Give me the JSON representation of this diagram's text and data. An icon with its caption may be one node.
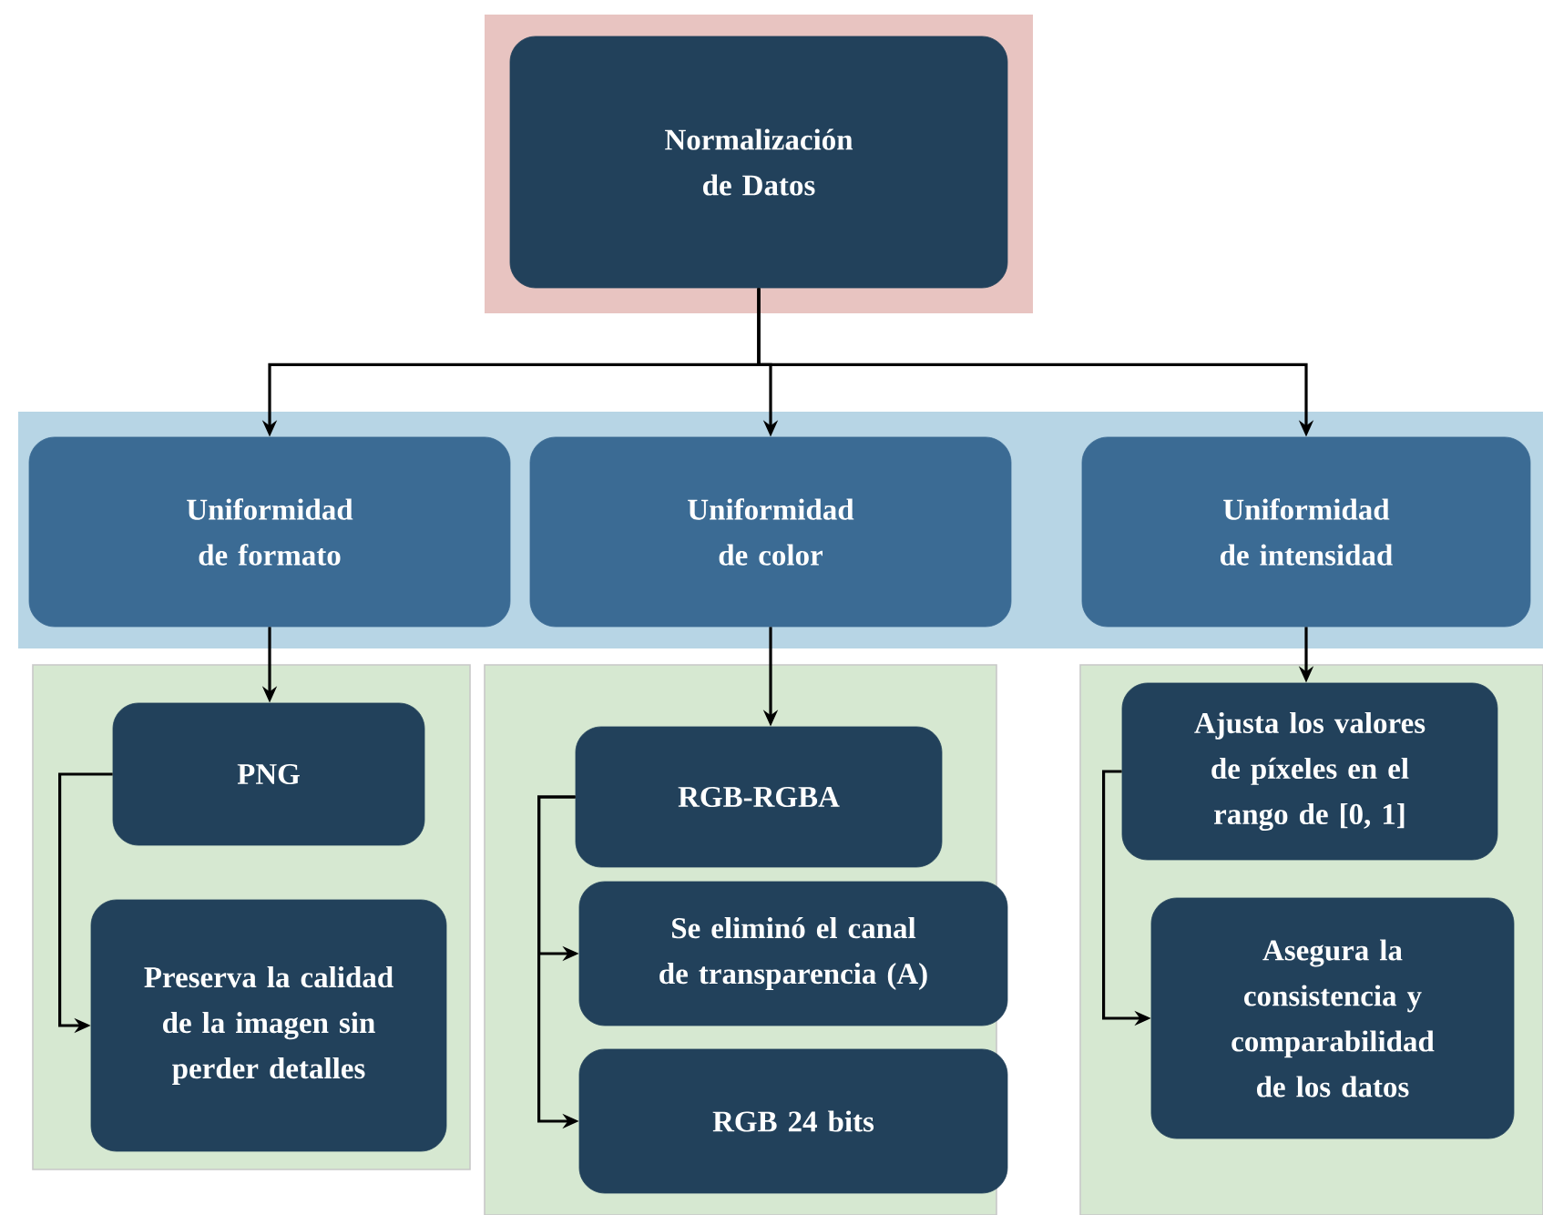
{
  "diagram": {
    "nodes": [
      {
        "text": [],
        "shape": "box"
      },
      {
        "text": [
          "Normalización de Datos"
        ],
        "in": 0
      },
      {
        "text": [],
        "shape": "box"
      },
      {
        "text": [
          "Uniformidad de formato"
        ],
        "in": 2
      },
      {
        "text": [
          "Uniformidad de color"
        ],
        "in": 2
      },
      {
        "text": [
          "Uniformidad de intensidad"
        ],
        "in": 2
      },
      {
        "text": [],
        "shape": "box"
      },
      {
        "text": [
          "PNG"
        ],
        "in": 6
      },
      {
        "text": [
          "Preserva la calidad de la imagen sin perder detalles"
        ],
        "in": 6
      },
      {
        "text": [],
        "shape": "box"
      },
      {
        "text": [
          "RGB-RGBA"
        ],
        "in": 9
      },
      {
        "text": [
          "Se eliminó el canal de transparencia (A)"
        ],
        "in": 9
      },
      {
        "text": [
          "RGB 24 bits"
        ],
        "in": 9
      },
      {
        "text": [],
        "shape": "box"
      },
      {
        "text": [
          "Ajusta los valores de píxeles en el rango de [0, 1]"
        ],
        "in": 13
      },
      {
        "text": [
          "Asegura la consistencia y comparabilidad de los datos"
        ],
        "in": 13
      }
    ],
    "edges": [
      {
        "from": 1,
        "to": 3,
        "arrow": "to"
      },
      {
        "from": 1,
        "to": 4,
        "arrow": "to"
      },
      {
        "from": 1,
        "to": 5,
        "arrow": "to"
      },
      {
        "from": 3,
        "to": 7,
        "arrow": "to"
      },
      {
        "from": 7,
        "to": 8,
        "arrow": "to"
      },
      {
        "from": 4,
        "to": 10,
        "arrow": "to"
      },
      {
        "from": 10,
        "to": 11,
        "arrow": "to"
      },
      {
        "from": 10,
        "to": 12,
        "arrow": "to"
      },
      {
        "from": 5,
        "to": 14,
        "arrow": "to"
      },
      {
        "from": 14,
        "to": 15,
        "arrow": "to"
      }
    ]
  }
}
